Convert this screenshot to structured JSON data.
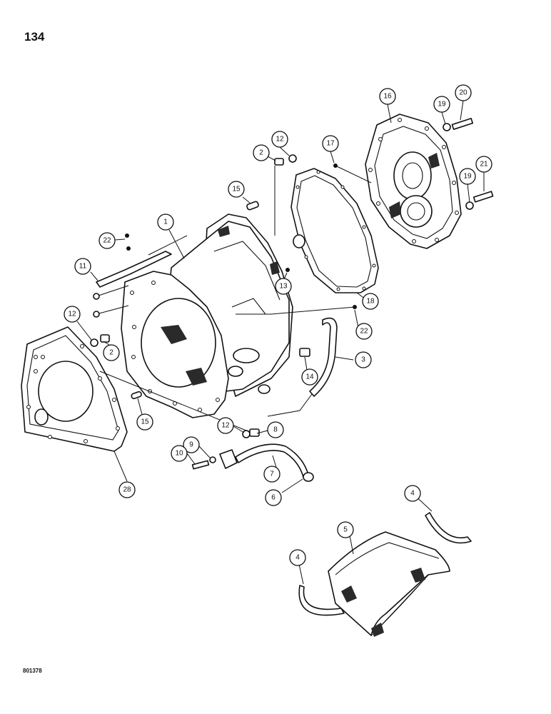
{
  "page_number": "134",
  "reference_code": "801378",
  "callouts": [
    {
      "id": "c20",
      "label": "20"
    },
    {
      "id": "c16",
      "label": "16"
    },
    {
      "id": "c19a",
      "label": "19"
    },
    {
      "id": "c12a",
      "label": "12"
    },
    {
      "id": "c2a",
      "label": "2"
    },
    {
      "id": "c17",
      "label": "17"
    },
    {
      "id": "c21",
      "label": "21"
    },
    {
      "id": "c19b",
      "label": "19"
    },
    {
      "id": "c15a",
      "label": "15"
    },
    {
      "id": "c1",
      "label": "1"
    },
    {
      "id": "c22a",
      "label": "22"
    },
    {
      "id": "c11",
      "label": "11"
    },
    {
      "id": "c13",
      "label": "13"
    },
    {
      "id": "c18",
      "label": "18"
    },
    {
      "id": "c12b",
      "label": "12"
    },
    {
      "id": "c22b",
      "label": "22"
    },
    {
      "id": "c2b",
      "label": "2"
    },
    {
      "id": "c3",
      "label": "3"
    },
    {
      "id": "c14",
      "label": "14"
    },
    {
      "id": "c15b",
      "label": "15"
    },
    {
      "id": "c12c",
      "label": "12"
    },
    {
      "id": "c8",
      "label": "8"
    },
    {
      "id": "c9",
      "label": "9"
    },
    {
      "id": "c10",
      "label": "10"
    },
    {
      "id": "c7",
      "label": "7"
    },
    {
      "id": "c28",
      "label": "28"
    },
    {
      "id": "c6",
      "label": "6"
    },
    {
      "id": "c4a",
      "label": "4"
    },
    {
      "id": "c5",
      "label": "5"
    },
    {
      "id": "c4b",
      "label": "4"
    }
  ]
}
